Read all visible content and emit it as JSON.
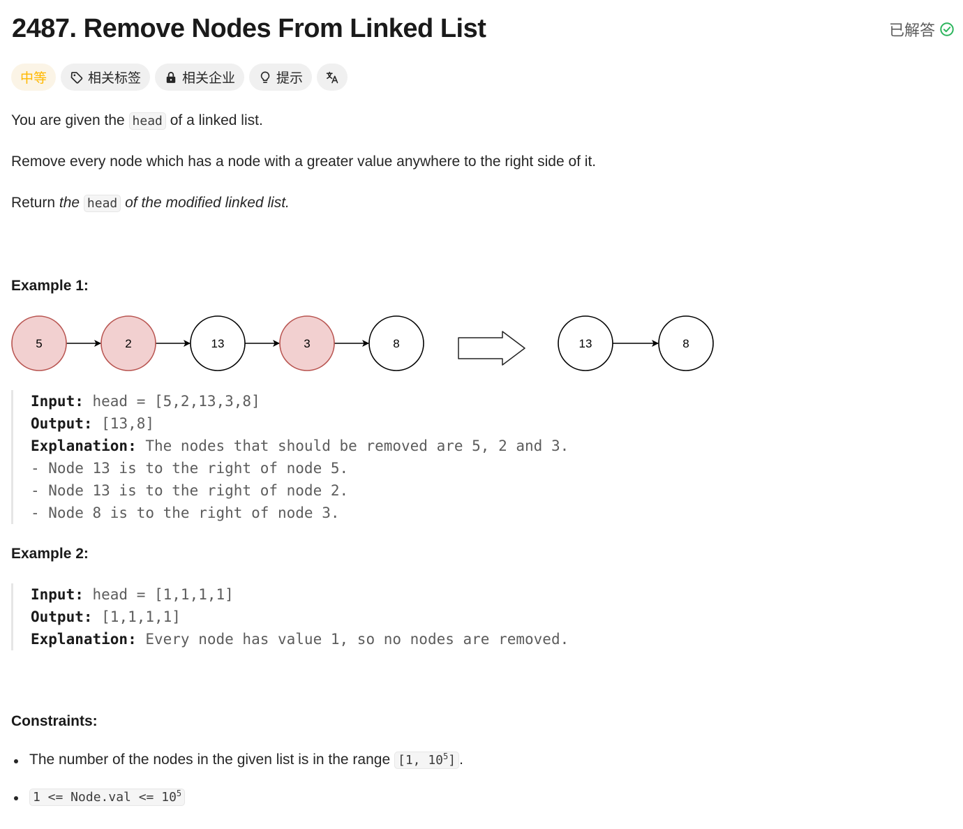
{
  "problem": {
    "title": "2487. Remove Nodes From Linked List",
    "solved_label": "已解答",
    "tags": {
      "difficulty": "中等",
      "topics": "相关标签",
      "companies": "相关企业",
      "hints": "提示"
    }
  },
  "description": {
    "p1_before": "You are given the ",
    "p1_code": "head",
    "p1_after": " of a linked list.",
    "p2": "Remove every node which has a node with a greater value anywhere to the right side of it.",
    "p3_before": "Return ",
    "p3_italic1": "the ",
    "p3_code": "head",
    "p3_italic2": " of the modified linked list."
  },
  "example1": {
    "heading": "Example 1:",
    "diagram_before": [
      "5",
      "2",
      "13",
      "3",
      "8"
    ],
    "diagram_removed": [
      true,
      true,
      false,
      true,
      false
    ],
    "diagram_after": [
      "13",
      "8"
    ],
    "input_label": "Input:",
    "input_value": " head = [5,2,13,3,8]",
    "output_label": "Output:",
    "output_value": " [13,8]",
    "explanation_label": "Explanation:",
    "explanation_value": " The nodes that should be removed are 5, 2 and 3.",
    "lines": [
      "- Node 13 is to the right of node 5.",
      "- Node 13 is to the right of node 2.",
      "- Node 8 is to the right of node 3."
    ]
  },
  "example2": {
    "heading": "Example 2:",
    "input_label": "Input:",
    "input_value": " head = [1,1,1,1]",
    "output_label": "Output:",
    "output_value": " [1,1,1,1]",
    "explanation_label": "Explanation:",
    "explanation_value": " Every node has value 1, so no nodes are removed."
  },
  "constraints": {
    "heading": "Constraints:",
    "c1_text": "The number of the nodes in the given list is in the range ",
    "c1_code": "[1, 10",
    "c1_sup": "5",
    "c1_code_end": "]",
    "c1_after": ".",
    "c2_code": "1 <= Node.val <= 10",
    "c2_sup": "5"
  },
  "colors": {
    "removed_fill": "#f2d0d0",
    "removed_stroke": "#b85450",
    "difficulty": "#ffb800",
    "solved_check": "#2db55d"
  }
}
